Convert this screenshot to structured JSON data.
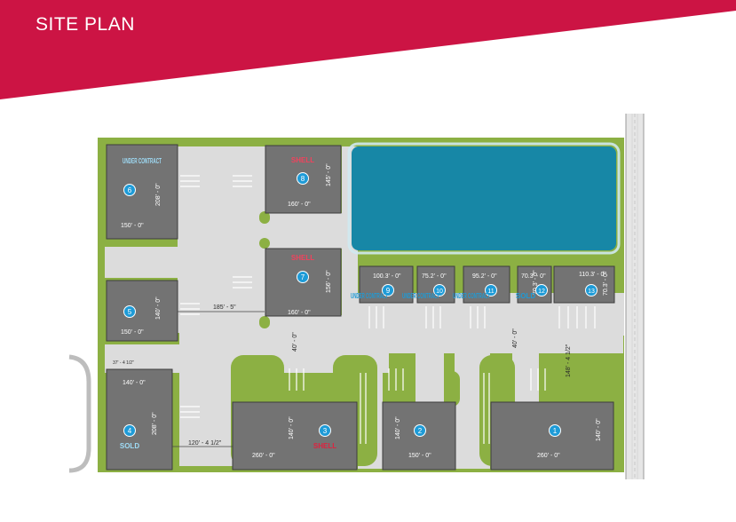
{
  "header": {
    "title": "SITE PLAN",
    "banner_color": "#cc1444"
  },
  "colors": {
    "grass": "#8cb043",
    "pavement": "#dcdcdc",
    "building": "#737373",
    "pond": "#1787a6",
    "badge": "#1e9bd7",
    "status_text": "#1e9bd7",
    "shell_text": "#e0213f"
  },
  "lots": [
    {
      "number": "1",
      "status": "",
      "dim_width": "260' - 0\"",
      "dim_depth": "140' - 0\""
    },
    {
      "number": "2",
      "status": "",
      "dim_width": "150' - 0\"",
      "dim_depth": "140' - 0\""
    },
    {
      "number": "3",
      "status": "SHELL",
      "dim_width": "260' - 0\"",
      "dim_depth": "140' - 0\""
    },
    {
      "number": "4",
      "status": "SOLD",
      "dim_width": "140' - 0\"",
      "dim_depth": "208' - 0\""
    },
    {
      "number": "5",
      "status": "",
      "dim_width": "150' - 0\"",
      "dim_depth": "140' - 0\""
    },
    {
      "number": "6",
      "status": "UNDER CONTRACT",
      "dim_width": "150' - 0\"",
      "dim_depth": "208' - 0\""
    },
    {
      "number": "7",
      "status": "SHELL",
      "dim_width": "160' - 0\"",
      "dim_depth": "156' - 0\""
    },
    {
      "number": "8",
      "status": "SHELL",
      "dim_width": "160' - 0\"",
      "dim_depth": "145' - 0\""
    },
    {
      "number": "9",
      "status": "UNDER CONTRACT",
      "dim_width": "100.3' - 0\"",
      "dim_depth": ""
    },
    {
      "number": "10",
      "status": "UNDER CONTRACT",
      "dim_width": "75.2' - 0\"",
      "dim_depth": ""
    },
    {
      "number": "11",
      "status": "UNDER CONTRACT",
      "dim_width": "95.2' - 0\"",
      "dim_depth": ""
    },
    {
      "number": "12",
      "status": "SOLD",
      "dim_width": "70.3' - 0\"",
      "dim_depth": "70.3' - 0\""
    },
    {
      "number": "13",
      "status": "",
      "dim_width": "110.3' - 0\"",
      "dim_depth": "70.3' - 0\""
    }
  ],
  "site_dimensions": {
    "drive_width": "185' - 5\"",
    "drive_aisle": "40' - 0\"",
    "aisle_right": "40' - 0\"",
    "lot4_setback": "120' - 4 1/2\"",
    "lot1_setback": "148' - 4 1/2\"",
    "lot4_offset": "37' - 4 1/2\""
  }
}
